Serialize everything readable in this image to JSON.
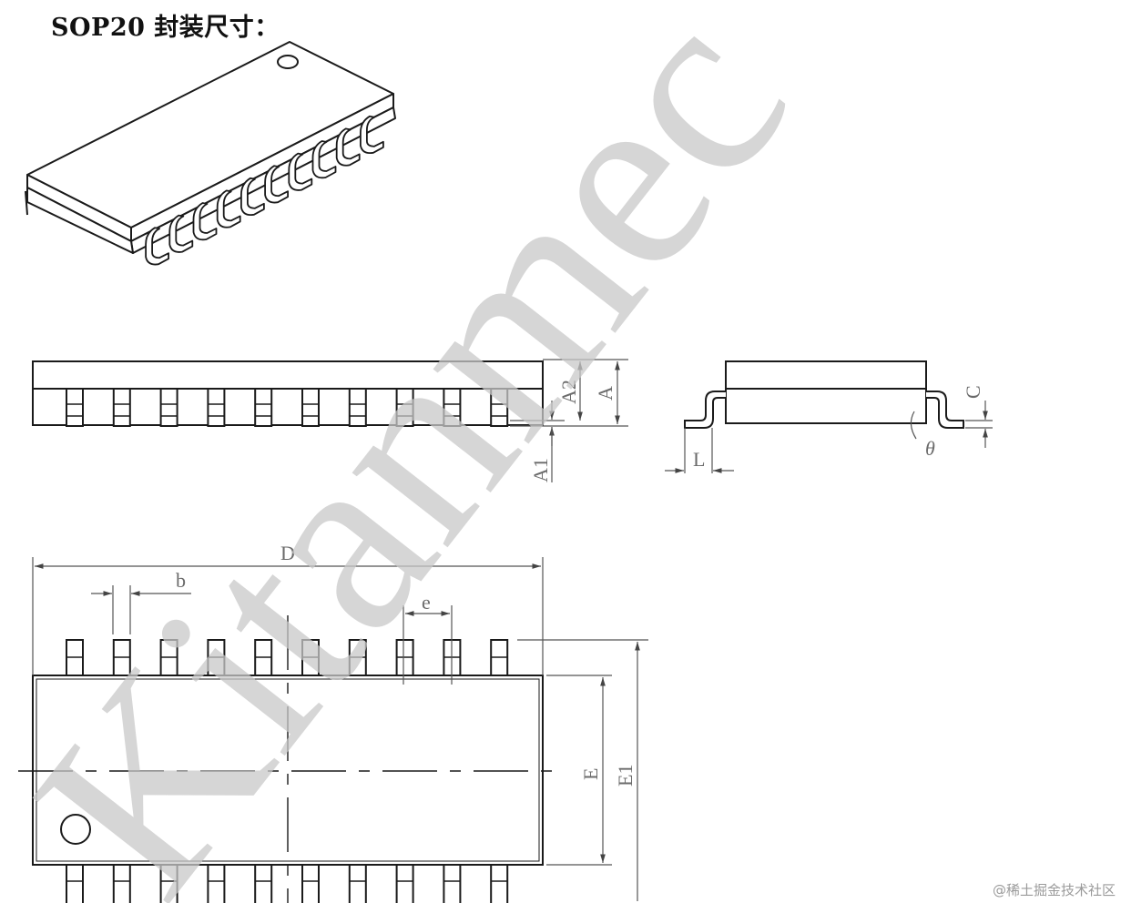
{
  "title": "SOP20 封装尺寸：",
  "dimension_labels": {
    "A": "A",
    "A1": "A1",
    "A2": "A2",
    "C": "C",
    "L": "L",
    "theta": "θ",
    "D": "D",
    "b": "b",
    "e": "e",
    "E": "E",
    "E1": "E1"
  },
  "watermark_text": "Kitanmec",
  "credit": "@稀土掘金技术社区",
  "colors": {
    "line": "#1a1a1a",
    "dim": "#555555",
    "watermark": "#c8c8c8"
  }
}
